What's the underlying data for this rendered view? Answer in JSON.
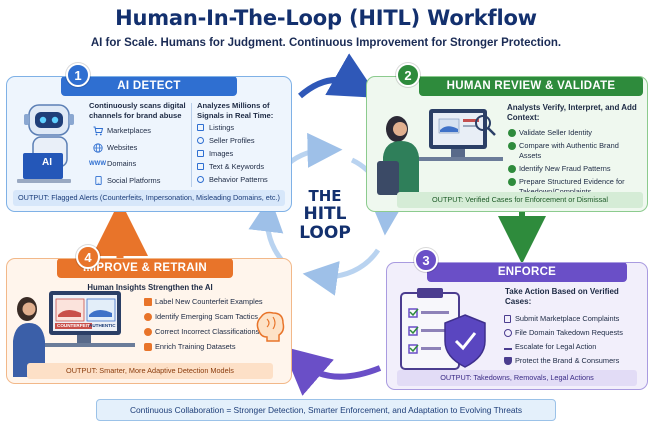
{
  "title": "Human-In-The-Loop (HITL) Workflow",
  "subtitle": "AI for Scale. Humans for Judgment. Continuous Improvement for Stronger Protection.",
  "loop": {
    "line1": "THE",
    "line2": "HITL",
    "line3": "LOOP"
  },
  "ai_detect": {
    "number": "1",
    "header": "AI DETECT",
    "robot_label": "AI",
    "intro": "Continuously scans digital channels for brand abuse",
    "channels": [
      {
        "icon": "cart-icon",
        "label": "Marketplaces"
      },
      {
        "icon": "globe-icon",
        "label": "Websites"
      },
      {
        "icon": "www-icon",
        "icon_text": "WWW",
        "label": "Domains"
      },
      {
        "icon": "phone-icon",
        "label": "Social Platforms"
      }
    ],
    "signals_title": "Analyzes Millions of Signals in Real Time:",
    "signals": [
      "Listings",
      "Seller Profiles",
      "Images",
      "Text & Keywords",
      "Behavior Patterns"
    ],
    "output": "OUTPUT: Flagged Alerts (Counterfeits, Impersonation, Misleading Domains, etc.)"
  },
  "review": {
    "number": "2",
    "header": "HUMAN REVIEW & VALIDATE",
    "title": "Analysts Verify, Interpret, and Add Context:",
    "items": [
      "Validate Seller Identity",
      "Compare with Authentic Brand Assets",
      "Identify New Fraud Patterns",
      "Prepare Structured Evidence for Takedown/Complaints"
    ],
    "output": "OUTPUT: Verified Cases for Enforcement or Dismissal"
  },
  "enforce": {
    "number": "3",
    "header": "ENFORCE",
    "title": "Take Action Based on Verified Cases:",
    "items": [
      "Submit Marketplace Complaints",
      "File Domain Takedown Requests",
      "Escalate for Legal Action",
      "Protect the Brand & Consumers"
    ],
    "output": "OUTPUT: Takedowns, Removals, Legal Actions"
  },
  "improve": {
    "number": "4",
    "header": "IMPROVE & RETRAIN",
    "title": "Human Insights Strengthen the AI",
    "tag_fake": "COUNTERFEIT",
    "tag_real": "AUTHENTIC",
    "items": [
      "Label New Counterfeit Examples",
      "Identify Emerging Scam Tactics",
      "Correct Incorrect Classifications",
      "Enrich Training Datasets"
    ],
    "output": "OUTPUT: Smarter, More Adaptive Detection Models"
  },
  "footer": "Continuous Collaboration = Stronger Detection, Smarter Enforcement, and Adaptation to Evolving Threats",
  "colors": {
    "blue": "#2f6fd1",
    "green": "#2e8b3c",
    "purple": "#6a4fc7",
    "orange": "#e8742a",
    "navy": "#13306e"
  }
}
